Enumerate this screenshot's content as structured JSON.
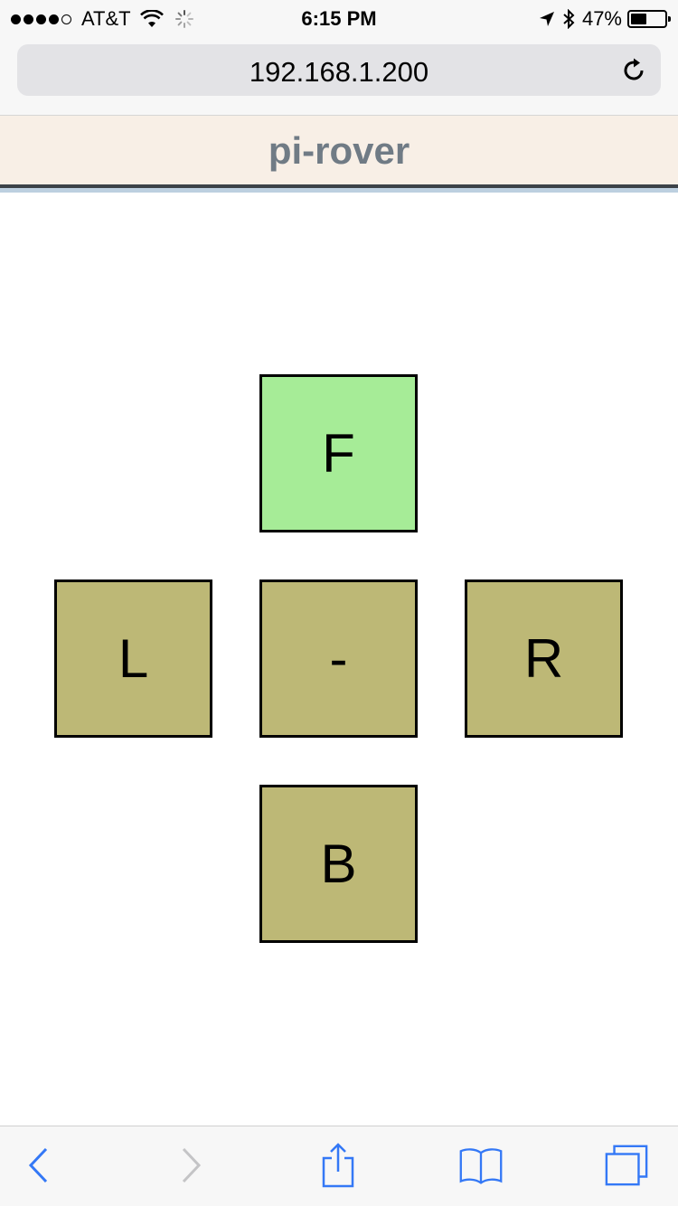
{
  "status_bar": {
    "carrier": "AT&T",
    "time": "6:15 PM",
    "battery_percent": "47%",
    "signal_bars_filled": 4,
    "signal_bars_total": 5,
    "battery_level": 0.47
  },
  "browser": {
    "url": "192.168.1.200",
    "icons": {
      "reload": "reload-icon",
      "back": "chevron-left-icon",
      "forward": "chevron-right-icon",
      "share": "share-icon",
      "bookmarks": "book-icon",
      "tabs": "tabs-icon"
    },
    "accent_color": "#3478f6",
    "disabled_color": "#c4c4c6"
  },
  "page": {
    "title": "pi-rover",
    "controls": {
      "forward": "F",
      "left": "L",
      "stop": "-",
      "right": "R",
      "back": "B"
    },
    "active_control": "forward",
    "colors": {
      "active": "#a6ec97",
      "inactive": "#bdb876",
      "header_bg": "#f8efe6",
      "title": "#707b85"
    }
  }
}
